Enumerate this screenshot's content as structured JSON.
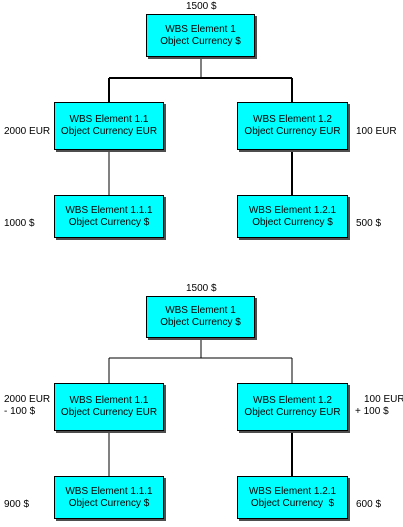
{
  "diagrams": [
    {
      "top_amount": "1500 $",
      "root": {
        "name": "WBS Element 1",
        "currency": "Object Currency $"
      },
      "left": {
        "name": "WBS Element 1.1",
        "currency": "Object Currency EUR",
        "amount_1": "2000 EUR",
        "amount_2": ""
      },
      "right": {
        "name": "WBS Element 1.2",
        "currency": "Object Currency EUR",
        "amount_1": "100 EUR",
        "amount_2": ""
      },
      "left_child": {
        "name": "WBS Element 1.1.1",
        "currency": "Object Currency $",
        "amount": "1000 $"
      },
      "right_child": {
        "name": "WBS Element 1.2.1",
        "currency": "Object Currency $",
        "amount": "500 $"
      }
    },
    {
      "top_amount": "1500 $",
      "root": {
        "name": "WBS Element 1",
        "currency": "Object Currency $"
      },
      "left": {
        "name": "WBS Element 1.1",
        "currency": "Object Currency EUR",
        "amount_1": "2000 EUR",
        "amount_2": "- 100 $"
      },
      "right": {
        "name": "WBS Element 1.2",
        "currency": "Object Currency EUR",
        "amount_1": "100 EUR",
        "amount_2": "+ 100 $"
      },
      "left_child": {
        "name": "WBS Element 1.1.1",
        "currency": "Object Currency $",
        "amount": "900 $"
      },
      "right_child": {
        "name": "WBS Element 1.2.1",
        "currency": "Object Currency  $",
        "amount": "600 $"
      }
    }
  ]
}
